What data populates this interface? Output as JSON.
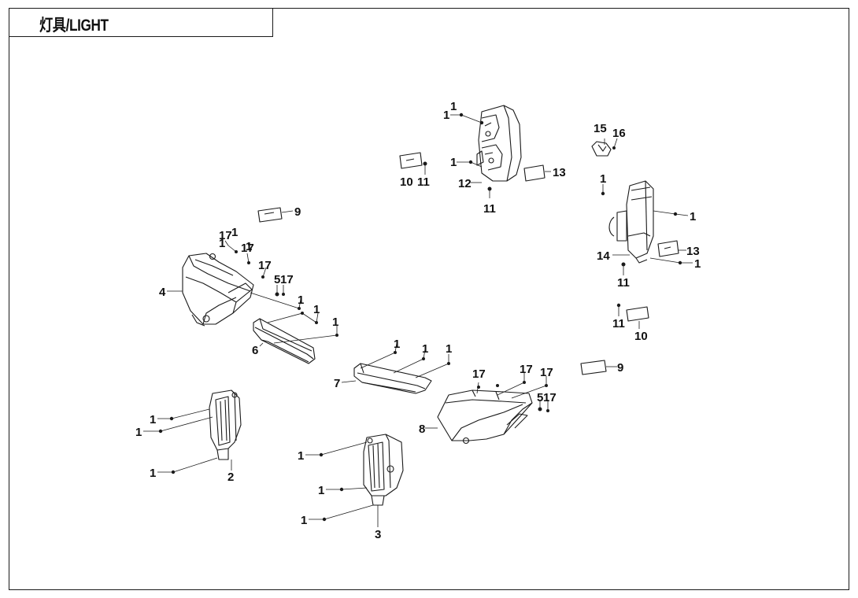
{
  "header": {
    "title": "灯具/LIGHT"
  },
  "callouts": [
    {
      "text": "1"
    },
    {
      "text": "1"
    },
    {
      "text": "1"
    },
    {
      "text": "1"
    },
    {
      "text": "1"
    },
    {
      "text": "1"
    },
    {
      "text": "1"
    },
    {
      "text": "1"
    },
    {
      "text": "1"
    },
    {
      "text": "1"
    },
    {
      "text": "1"
    },
    {
      "text": "1"
    },
    {
      "text": "1"
    },
    {
      "text": "1"
    },
    {
      "text": "1"
    },
    {
      "text": "1"
    },
    {
      "text": "1"
    },
    {
      "text": "1"
    },
    {
      "text": "1"
    },
    {
      "text": "1"
    },
    {
      "text": "1"
    },
    {
      "text": "2"
    },
    {
      "text": "3"
    },
    {
      "text": "4"
    },
    {
      "text": "5"
    },
    {
      "text": "5"
    },
    {
      "text": "6"
    },
    {
      "text": "7"
    },
    {
      "text": "8"
    },
    {
      "text": "9"
    },
    {
      "text": "9"
    },
    {
      "text": "10"
    },
    {
      "text": "10"
    },
    {
      "text": "11"
    },
    {
      "text": "11"
    },
    {
      "text": "11"
    },
    {
      "text": "11"
    },
    {
      "text": "12"
    },
    {
      "text": "13"
    },
    {
      "text": "13"
    },
    {
      "text": "14"
    },
    {
      "text": "15"
    },
    {
      "text": "16"
    },
    {
      "text": "17"
    },
    {
      "text": "17"
    },
    {
      "text": "17"
    },
    {
      "text": "17"
    },
    {
      "text": "17"
    },
    {
      "text": "17"
    },
    {
      "text": "17"
    },
    {
      "text": "17"
    }
  ]
}
